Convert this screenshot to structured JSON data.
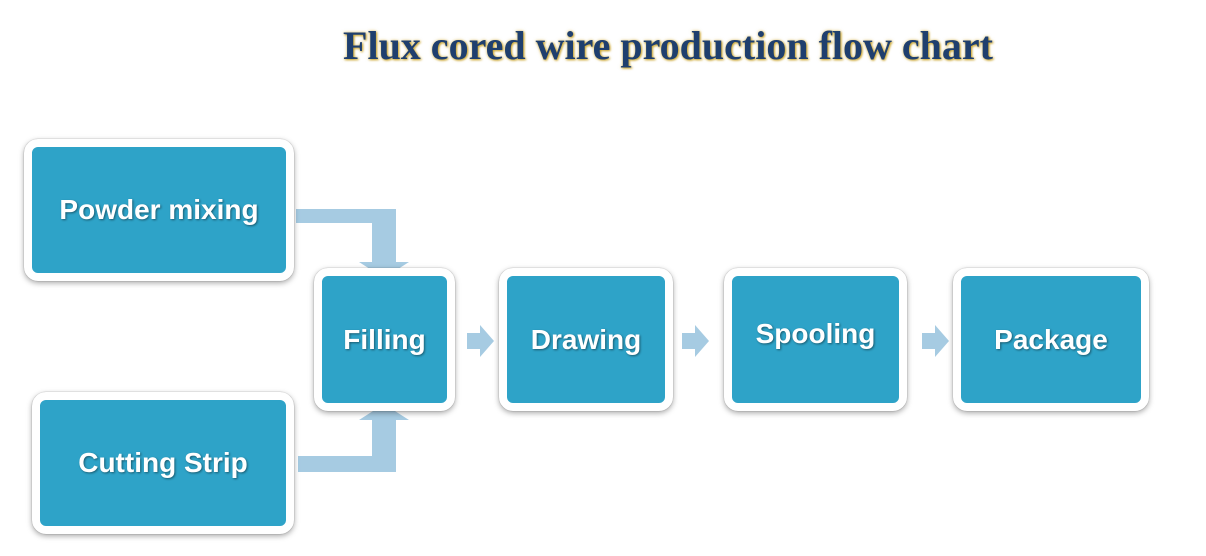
{
  "title": "Flux cored wire production flow chart",
  "nodes": {
    "powder_mixing": "Powder mixing",
    "cutting_strip": "Cutting Strip",
    "filling": "Filling",
    "drawing": "Drawing",
    "spooling": "Spooling",
    "package": "Package"
  },
  "colors": {
    "box_fill": "#2ea3c8",
    "box_border": "#ffffff",
    "connector": "#a6cbe2",
    "title_text": "#1f3f6e",
    "title_glow": "#c9a227"
  }
}
